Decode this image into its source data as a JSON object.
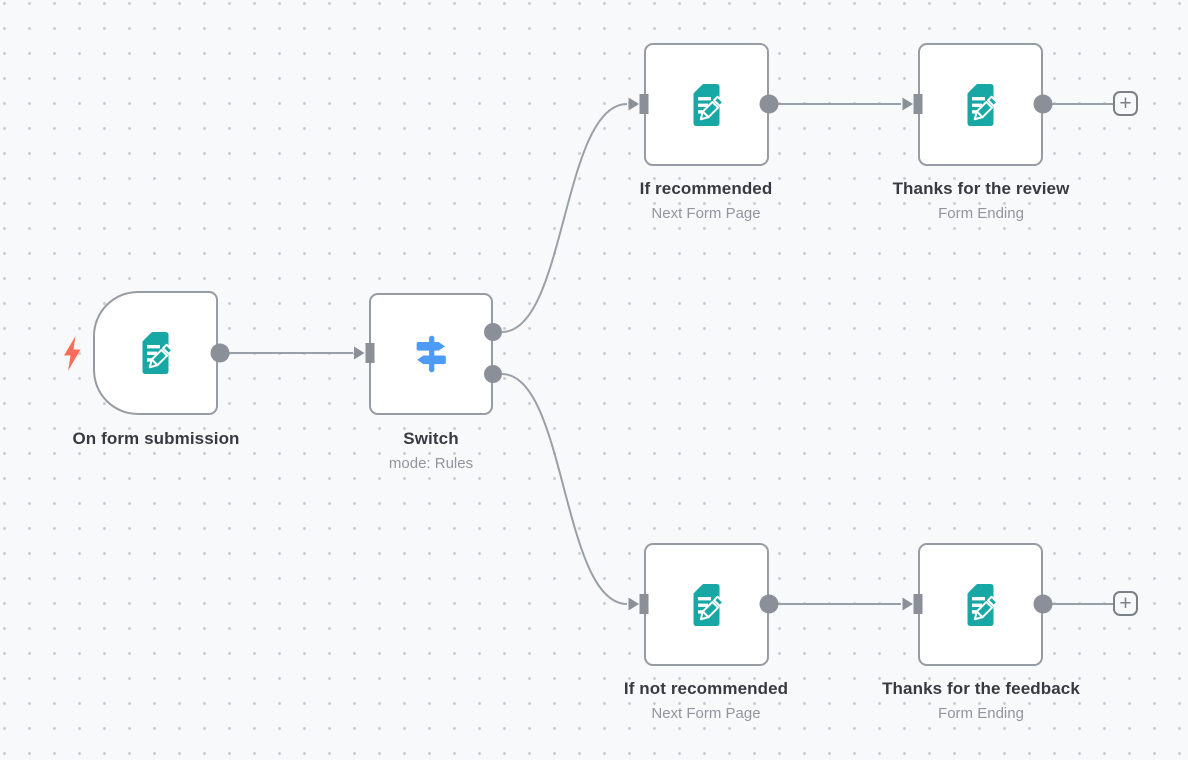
{
  "canvas": {
    "background": "#f8f9fb",
    "dot_color": "#c9ccd3"
  },
  "colors": {
    "node_border": "#979ba3",
    "connection_line": "#9aa0a7",
    "connector_fill": "#8b8f97",
    "trigger_bolt": "#ff6d5a",
    "form_icon": "#17a7a4",
    "switch_icon": "#4e9bf5",
    "label_text": "#373a41",
    "sublabel_text": "#90959e",
    "add_button": "#7c8087"
  },
  "nodes": [
    {
      "id": "on-form-submission",
      "label": "On form submission",
      "sublabel": "",
      "icon": "form-edit-icon",
      "trigger": true
    },
    {
      "id": "switch",
      "label": "Switch",
      "sublabel": "mode: Rules",
      "icon": "switch-signpost-icon",
      "trigger": false
    },
    {
      "id": "if-recommended",
      "label": "If recommended",
      "sublabel": "Next Form Page",
      "icon": "form-edit-icon",
      "trigger": false
    },
    {
      "id": "thanks-review",
      "label": "Thanks for the review",
      "sublabel": "Form Ending",
      "icon": "form-edit-icon",
      "trigger": false
    },
    {
      "id": "if-not-recommended",
      "label": "If not recommended",
      "sublabel": "Next Form Page",
      "icon": "form-edit-icon",
      "trigger": false
    },
    {
      "id": "thanks-feedback",
      "label": "Thanks for the feedback",
      "sublabel": "Form Ending",
      "icon": "form-edit-icon",
      "trigger": false
    }
  ],
  "connections": [
    {
      "from": "on-form-submission",
      "to": "switch"
    },
    {
      "from": "switch",
      "output": 0,
      "to": "if-recommended"
    },
    {
      "from": "switch",
      "output": 1,
      "to": "if-not-recommended"
    },
    {
      "from": "if-recommended",
      "to": "thanks-review"
    },
    {
      "from": "if-not-recommended",
      "to": "thanks-feedback"
    },
    {
      "from": "thanks-review",
      "to": "add-button-top"
    },
    {
      "from": "thanks-feedback",
      "to": "add-button-bottom"
    }
  ],
  "add_button": {
    "label": "+"
  }
}
